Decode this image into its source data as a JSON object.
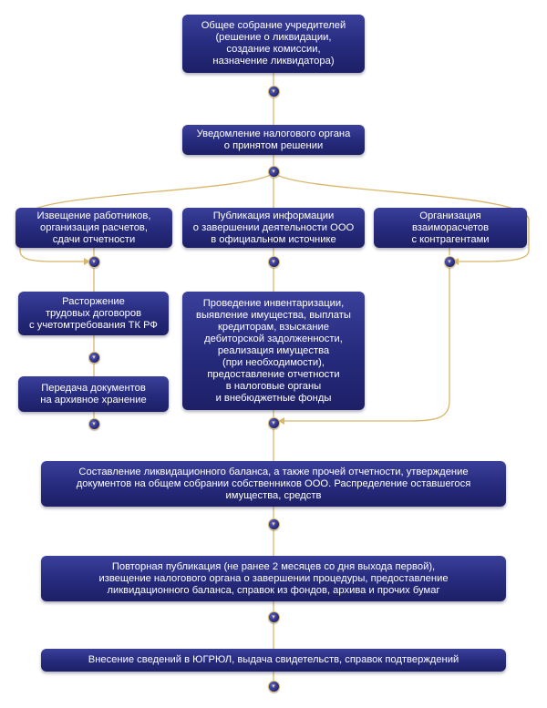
{
  "diagram": {
    "colors": {
      "box": "#262a7c",
      "box_text": "#ffffff",
      "connector": "#d9b76a",
      "node": "#23277a"
    },
    "node_icon": "arrow-down-icon",
    "nodes": {
      "founders_meeting": "Общее собрание учредителей\n(решение о ликвидации,\nсоздание комиссии,\nназначение ликвидатора)",
      "tax_notification": "Уведомление налогового органа\nо принятом решении",
      "employees_notice": "Извещение работников,\nорганизация расчетов,\nсдачи отчетности",
      "publication": "Публикация информации\nо завершении деятельности ООО\nв официальном источнике",
      "counterparties": "Организация\nвзаиморасчетов\nс контрагентами",
      "contracts_termination": "Расторжение\nтрудовых договоров\nс учетомтребования ТК РФ",
      "archive_transfer": "Передача документов\nна архивное хранение",
      "inventory": "Проведение инвентаризации,\nвыявление имущества, выплаты\nкредиторам, взыскание\nдебиторской задолженности,\nреализация имущества\n(при необходимости),\nпредоставление отчетности\nв налоговые органы\nи внебюджетные фонды",
      "liquidation_balance": "Составление ликвидационного баланса, а также прочей отчетности, утверждение\nдокументов на общем собрании собственников ООО. Распределение оставшегося\nимущества, средств",
      "repeat_publication": "Повторная публикация (не ранее 2 месяцев со дня выхода первой),\nизвещение налогового органа о завершении процедуры, предоставление\nликвидационного баланса, справок из фондов, архива и прочих бумаг",
      "egrul_entry": "Внесение сведений в ЮГРЮЛ, выдача свидетельств, справок подтверждений"
    }
  }
}
